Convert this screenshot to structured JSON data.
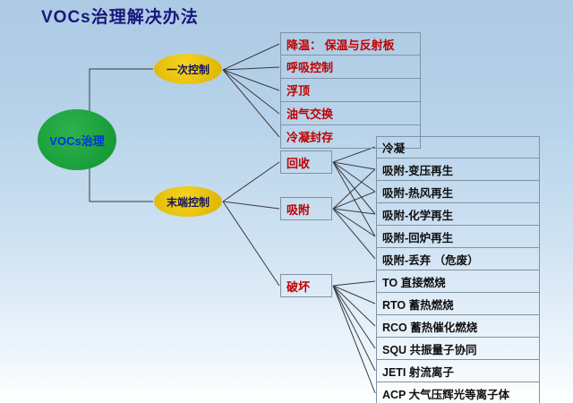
{
  "title": "VOCs治理解决办法",
  "root": {
    "label": "VOCs治理"
  },
  "branches": {
    "primary": {
      "label": "一次控制",
      "methods": [
        "降温： 保温与反射板",
        "呼吸控制",
        "浮顶",
        "油气交换",
        "冷凝封存"
      ]
    },
    "terminal": {
      "label": "末端控制",
      "categories": [
        {
          "label": "回收",
          "connects_to_methods": [
            0,
            1,
            2,
            3,
            4
          ]
        },
        {
          "label": "吸附",
          "connects_to_methods": [
            1,
            2,
            3,
            4,
            5
          ]
        },
        {
          "label": "破坏",
          "connects_to_methods": [
            6,
            7,
            8,
            9,
            10,
            11
          ]
        }
      ],
      "methods": [
        "冷凝",
        "吸附-变压再生",
        "吸附-热风再生",
        "吸附-化学再生",
        "吸附-回炉再生",
        "吸附-丢弃 （危废）",
        "TO 直接燃烧",
        "RTO 蓄热燃烧",
        "RCO 蓄热催化燃烧",
        "SQU 共振量子协同",
        "JETI 射流离子",
        "ACP 大气压辉光等离子体"
      ]
    }
  },
  "colors": {
    "background_top": "#adcae4",
    "background_bottom": "#ffffff",
    "root_fill": "#1da43c",
    "root_text": "#0033e6",
    "branch_fill": "#e9c30d",
    "branch_text": "#15155e",
    "category_text": "#c00000",
    "method_text": "#101010",
    "title_text": "#17177d",
    "connector_line": "#3a3a3a",
    "cell_border": "#7f93a6"
  }
}
